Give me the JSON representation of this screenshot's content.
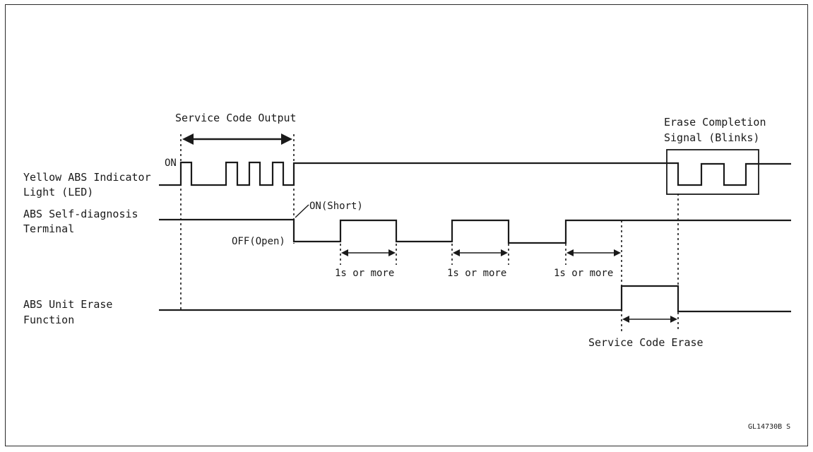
{
  "signals": {
    "yellow_abs_indicator": {
      "line1": "Yellow ABS Indicator",
      "line2": "Light (LED)",
      "on_label": "ON"
    },
    "self_diagnosis_terminal": {
      "line1": "ABS Self-diagnosis",
      "line2": "Terminal",
      "on_label": "ON(Short)",
      "off_label": "OFF(Open)"
    },
    "erase_function": {
      "line1": "ABS Unit Erase",
      "line2": "Function"
    }
  },
  "annotations": {
    "service_code_output": "Service Code Output",
    "erase_completion_line1": "Erase Completion",
    "erase_completion_line2": "Signal (Blinks)",
    "interval_1": "1s or more",
    "interval_2": "1s or more",
    "interval_3": "1s or more",
    "service_code_erase": "Service Code Erase"
  },
  "figure_id": "GL14730B  S"
}
